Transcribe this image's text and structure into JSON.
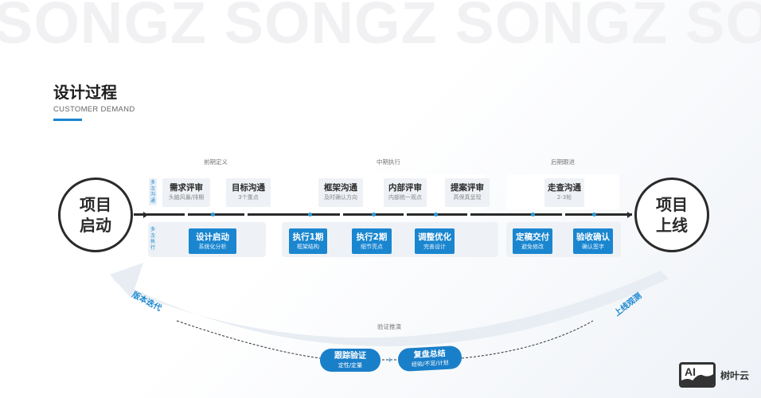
{
  "watermark": "SONGZ SONGZ SONGZ SONGZ S",
  "header": {
    "title": "设计过程",
    "subtitle": "CUSTOMER DEMAND",
    "accent_color": "#1a86d0"
  },
  "phases": [
    {
      "label": "前期定义"
    },
    {
      "label": "中期执行"
    },
    {
      "label": "后期跟进"
    }
  ],
  "start_node": {
    "line1": "项目",
    "line2": "启动"
  },
  "end_node": {
    "line1": "项目",
    "line2": "上线"
  },
  "row_labels": {
    "communication": "多次沟通",
    "execution": "多次执行"
  },
  "communication_cards": [
    {
      "title": "需求评审",
      "sub": "头脑风暴/排期"
    },
    {
      "title": "目标沟通",
      "sub": "3个重点"
    },
    {
      "title": "框架沟通",
      "sub": "及时确认方向"
    },
    {
      "title": "内部评审",
      "sub": "内部统一观点"
    },
    {
      "title": "提案评审",
      "sub": "高保真呈现"
    },
    {
      "title": "走查沟通",
      "sub": "2-3轮"
    }
  ],
  "execution_cards": [
    {
      "title": "设计启动",
      "sub": "系统化分析"
    },
    {
      "title": "执行1期",
      "sub": "框架结构"
    },
    {
      "title": "执行2期",
      "sub": "细节亮点"
    },
    {
      "title": "调整优化",
      "sub": "完善设计"
    },
    {
      "title": "定稿交付",
      "sub": "避免修改"
    },
    {
      "title": "验收确认",
      "sub": "确认签字"
    }
  ],
  "feedback_loop": {
    "left_label": "版本迭代",
    "right_label": "上线观测",
    "center_label": "验证推演",
    "pills": [
      {
        "title": "跟踪验证",
        "sub": "定性/定量"
      },
      {
        "title": "复盘总结",
        "sub": "经验/不足/计划"
      }
    ]
  },
  "logo": {
    "mark": "AI",
    "text": "树叶云"
  }
}
